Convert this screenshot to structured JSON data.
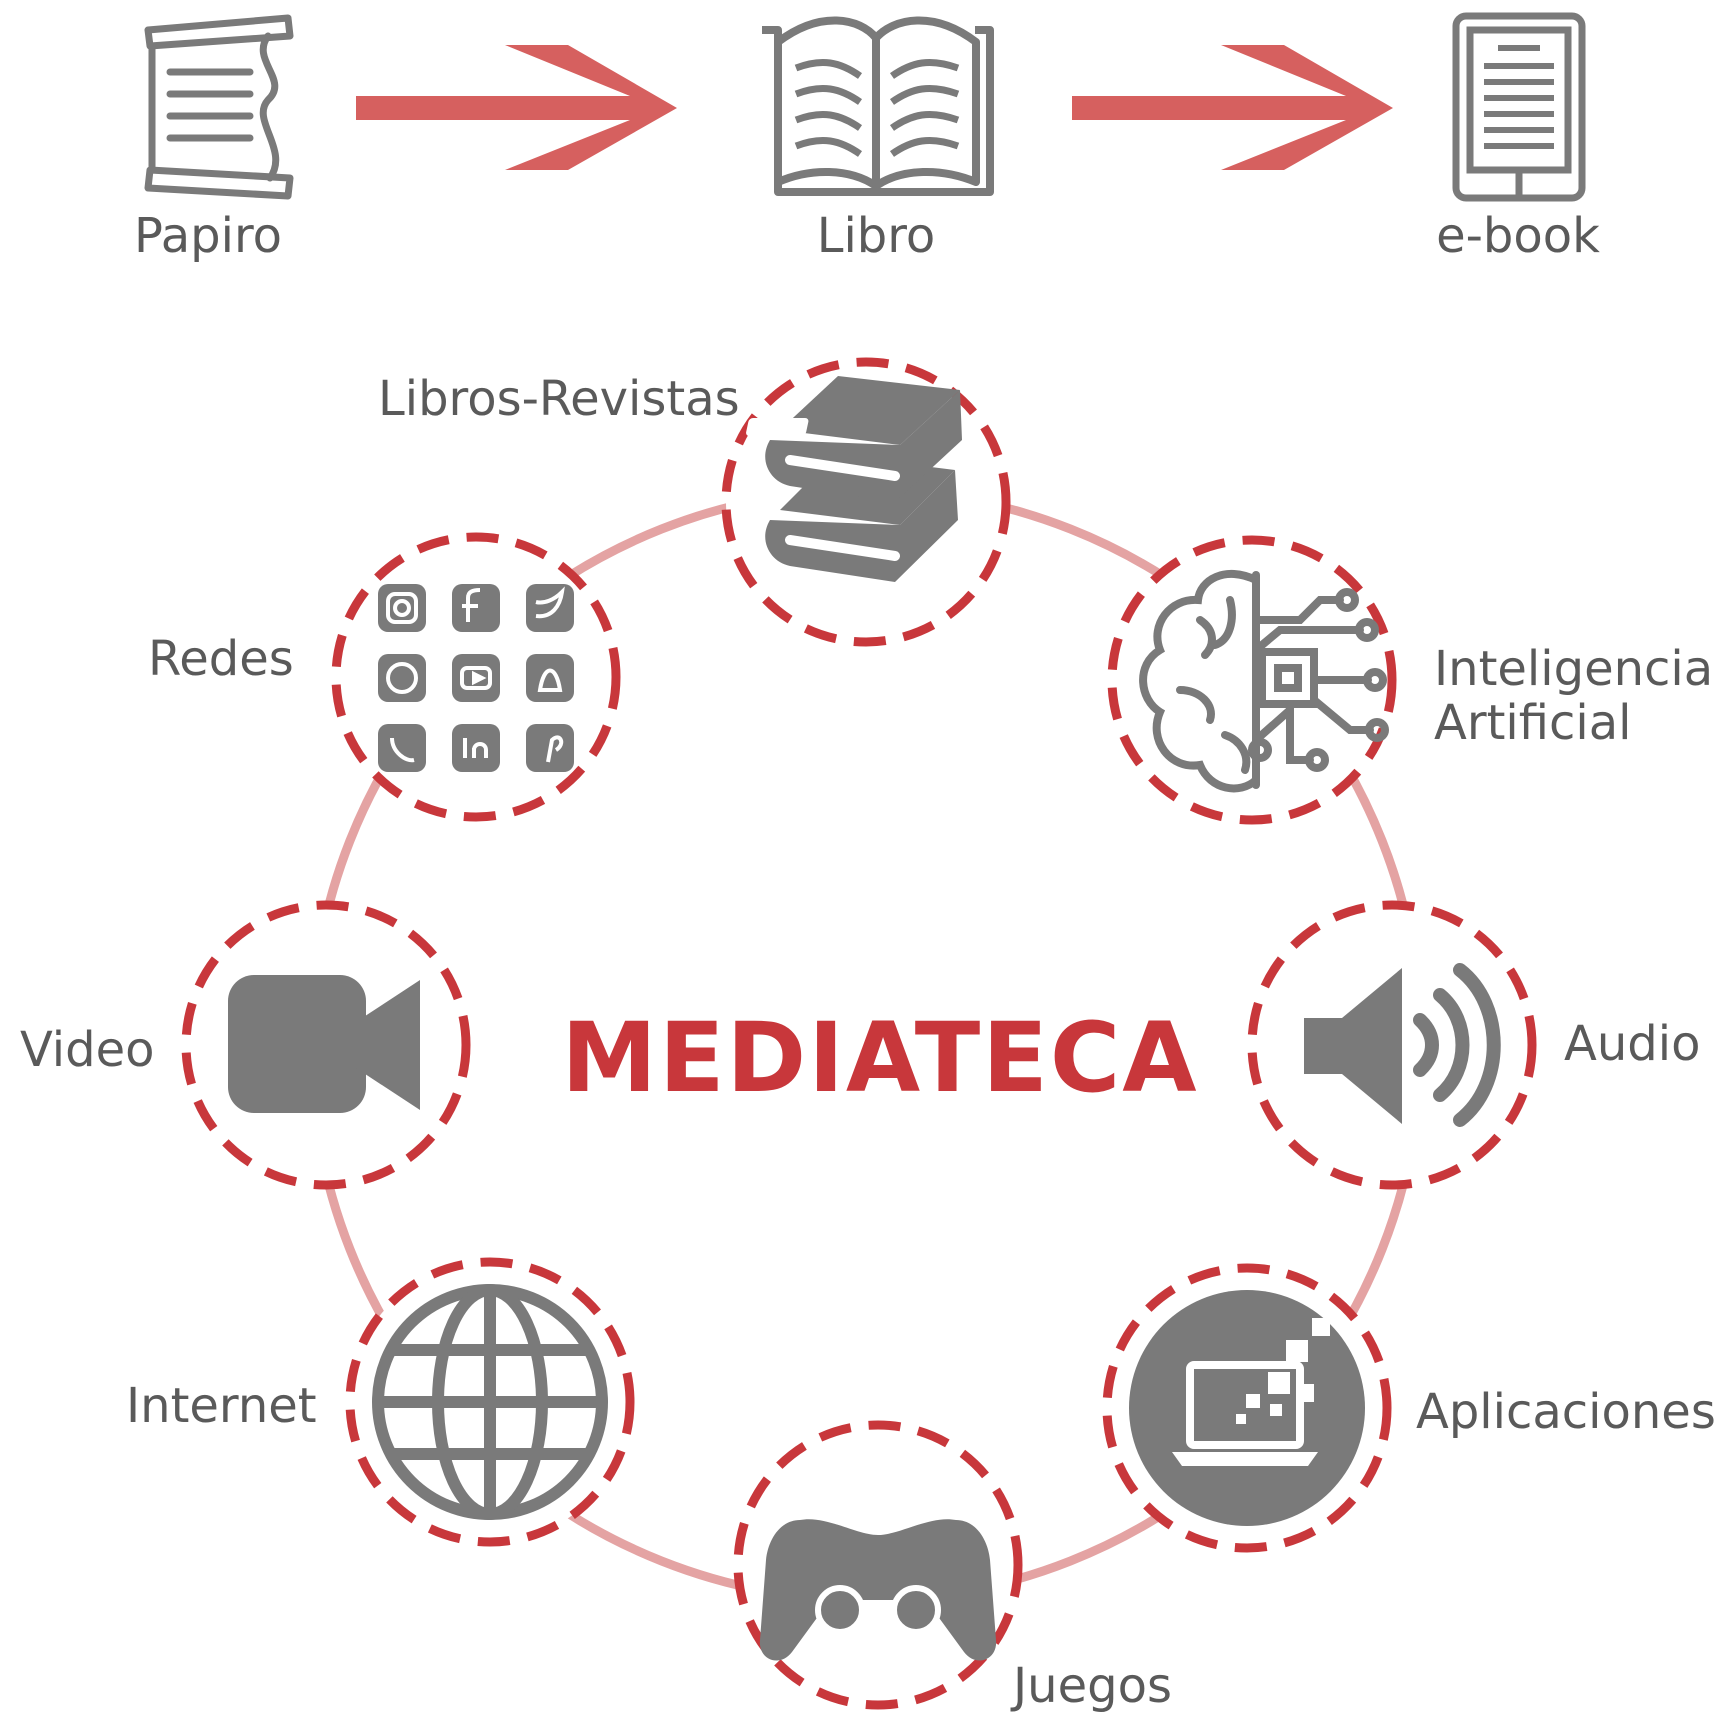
{
  "evolution": {
    "steps": [
      {
        "label": "Papiro",
        "icon": "scroll-icon"
      },
      {
        "label": "Libro",
        "icon": "open-book-icon"
      },
      {
        "label": "e-book",
        "icon": "ebook-reader-icon"
      }
    ]
  },
  "hub": {
    "title": "MEDIATECA"
  },
  "nodes": [
    {
      "label": "Libros-Revistas",
      "icon": "books-stack-icon"
    },
    {
      "label": "Inteligencia",
      "label2": "Artificial",
      "icon": "ai-brain-icon"
    },
    {
      "label": "Audio",
      "icon": "speaker-icon"
    },
    {
      "label": "Aplicaciones",
      "icon": "laptop-apps-icon"
    },
    {
      "label": "Juegos",
      "icon": "gamepad-icon"
    },
    {
      "label": "Internet",
      "icon": "globe-icon"
    },
    {
      "label": "Video",
      "icon": "video-camera-icon"
    },
    {
      "label": "Redes",
      "icon": "social-media-grid-icon"
    }
  ],
  "colors": {
    "accent": "#c8373b",
    "arrow": "#d6605f",
    "ring": "#e4a3a3",
    "icon": "#7a7a7a",
    "text": "#5a5a5a"
  }
}
